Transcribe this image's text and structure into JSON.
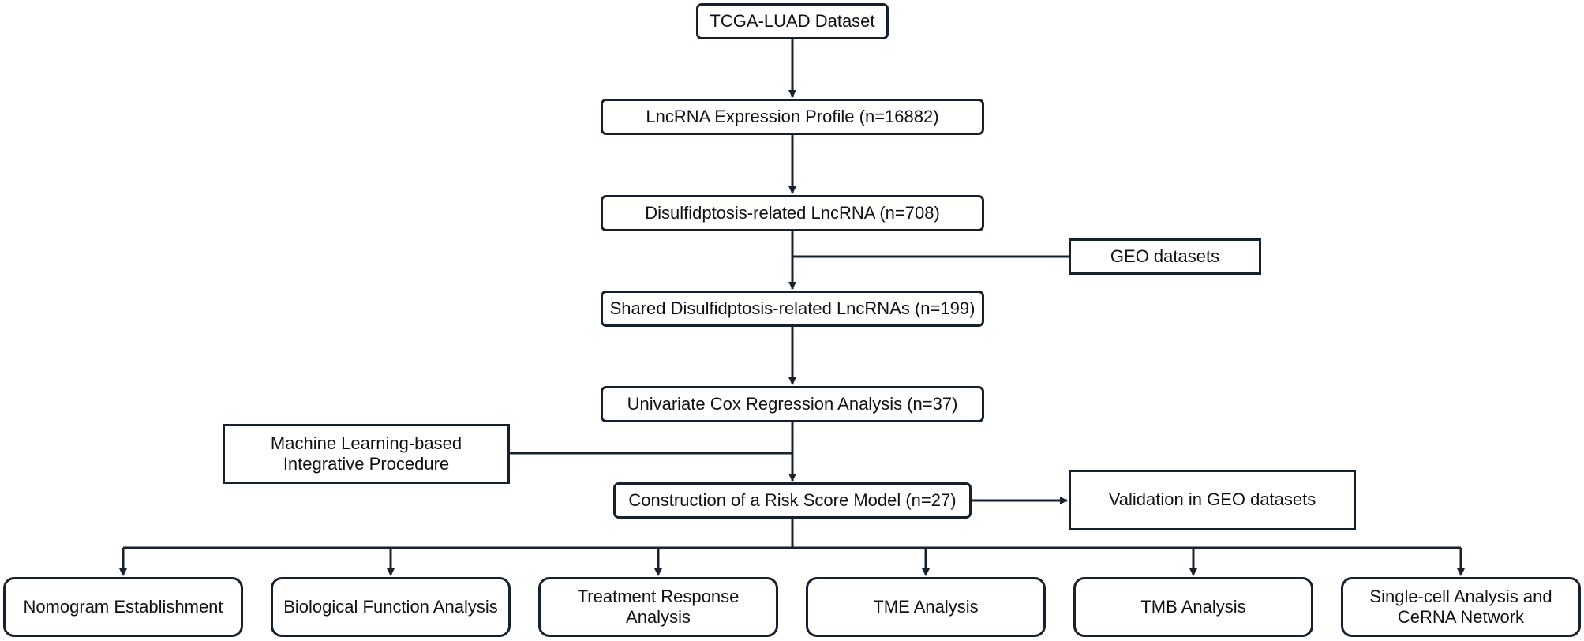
{
  "flowchart": {
    "nodes": {
      "tcga": "TCGA-LUAD Dataset",
      "lncrna_profile": "LncRNA Expression Profile (n=16882)",
      "disulfidptosis": "Disulfidptosis-related LncRNA (n=708)",
      "geo": "GEO datasets",
      "shared": "Shared Disulfidptosis-related LncRNAs (n=199)",
      "cox": "Univariate Cox Regression Analysis (n=37)",
      "ml": "Machine Learning-based\nIntegrative Procedure",
      "risk_model": "Construction of a Risk Score Model (n=27)",
      "validation": "Validation in GEO datasets"
    },
    "outputs": {
      "nomogram": "Nomogram Establishment",
      "biological_function": "Biological Function Analysis",
      "treatment_response": "Treatment Response\nAnalysis",
      "tme": "TME Analysis",
      "tmb": "TMB Analysis",
      "single_cell": "Single-cell Analysis and\nCeRNA Network"
    },
    "line_color": "#17212d"
  }
}
